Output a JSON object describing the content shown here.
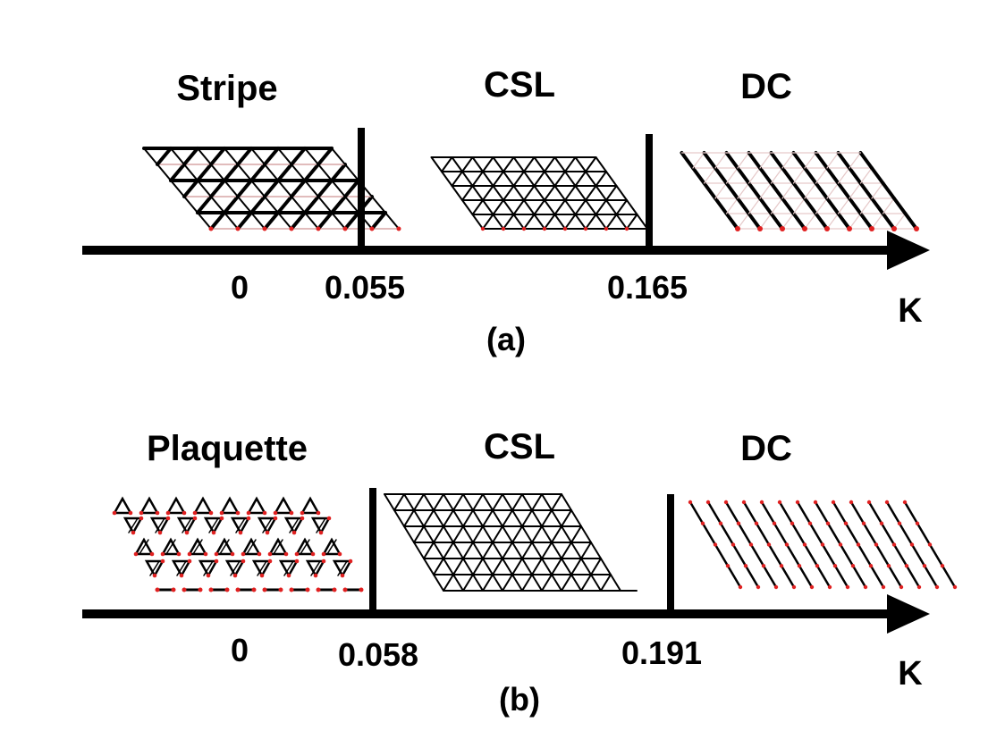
{
  "panels": [
    {
      "caption": "(a)",
      "axis_label": "K",
      "tick_labels": [
        "0",
        "0.055",
        "0.165"
      ],
      "phases": [
        {
          "name": "Stripe",
          "lattice": "stripe"
        },
        {
          "name": "CSL",
          "lattice": "csl"
        },
        {
          "name": "DC",
          "lattice": "dc"
        }
      ]
    },
    {
      "caption": "(b)",
      "axis_label": "K",
      "tick_labels": [
        "0",
        "0.058",
        "0.191"
      ],
      "phases": [
        {
          "name": "Plaquette",
          "lattice": "plaquette"
        },
        {
          "name": "CSL",
          "lattice": "csl"
        },
        {
          "name": "DC",
          "lattice": "dc"
        }
      ]
    }
  ],
  "colors": {
    "bond": "#000000",
    "weak_bond": "#d7a6a6",
    "site": "#e02020",
    "axis": "#000000"
  }
}
